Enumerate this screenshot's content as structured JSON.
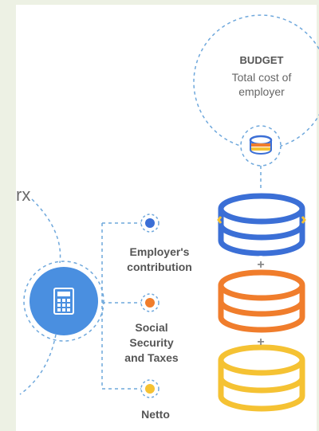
{
  "budget": {
    "title": "BUDGET",
    "subtitle_line1": "Total cost of",
    "subtitle_line2": "employer"
  },
  "partial_text": "rx",
  "items": [
    {
      "line1": "Employer's",
      "line2": "contribution",
      "color": "#3b6fd6"
    },
    {
      "line1": "Social",
      "line2": "Security",
      "line3": "and Taxes",
      "color": "#f07d2c"
    },
    {
      "line1": "Netto",
      "color": "#f5c233"
    }
  ],
  "calculator_icon": "calculator-icon",
  "connector_symbol": "+",
  "colors": {
    "blue": "#3b6fd6",
    "orange": "#f07d2c",
    "yellow": "#f5c233",
    "circle_fill": "#4a8fe0",
    "dashed": "#6fa8dc",
    "background_band": "#edf1e4"
  }
}
